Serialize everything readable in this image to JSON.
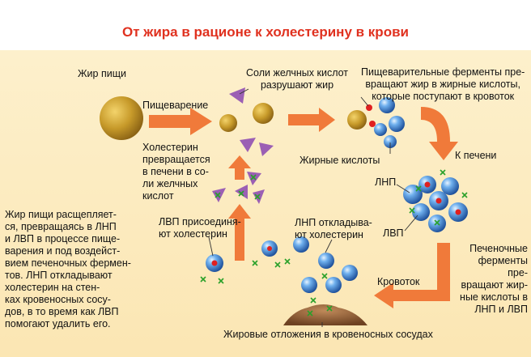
{
  "title": "От жира в рационе к холестерину в крови",
  "labels": {
    "diet_fat": "Жир пищи",
    "digestion": "Пищеварение",
    "bile_salts": "Соли желчных кислот\nразрушают жир",
    "enzymes": "Пищеварительные ферменты пре-\nвращают жир в жирные кислоты,\nкоторые поступают в кровоток",
    "fatty_acids": "Жирные кислоты",
    "to_liver": "К печени",
    "cholesterol_liver": "Холестерин\nпревращается\nв печени в со-\nли желчных\nкислот",
    "ldl": "ЛНП",
    "hdl": "ЛВП",
    "liver_enzymes": "Печеночные\nферменты пре-\nвращают жир-\nные кислоты в\nЛНП и ЛВП",
    "hdl_attach": "ЛВП присоединя-\nют холестерин",
    "ldl_deposit": "ЛНП откладыва-\nют холестерин",
    "bloodstream": "Кровоток",
    "vessel_deposits": "Жировые отложения в кровеносных сосудах",
    "left_text": "Жир пищи расщепляет-\nся, превращаясь в ЛНП\nи ЛВП в процессе пище-\nварения и под воздейст-\nвием печеночных фермен-\nтов. ЛНП откладывают\nхолестерин на стен-\nках кровеносных сосу-\nдов, в то время как ЛВП\nпомогают удалить его."
  },
  "colors": {
    "title": "#e0311f",
    "arrow": "#f07a3a",
    "triangle": "#9b5fb4",
    "sphere": "#2e7ad1",
    "fat_blob": "#c79a2a",
    "cholesterol_dot": "#e02020",
    "cross": "#2aa02a",
    "panel": "#fbe6b3"
  }
}
